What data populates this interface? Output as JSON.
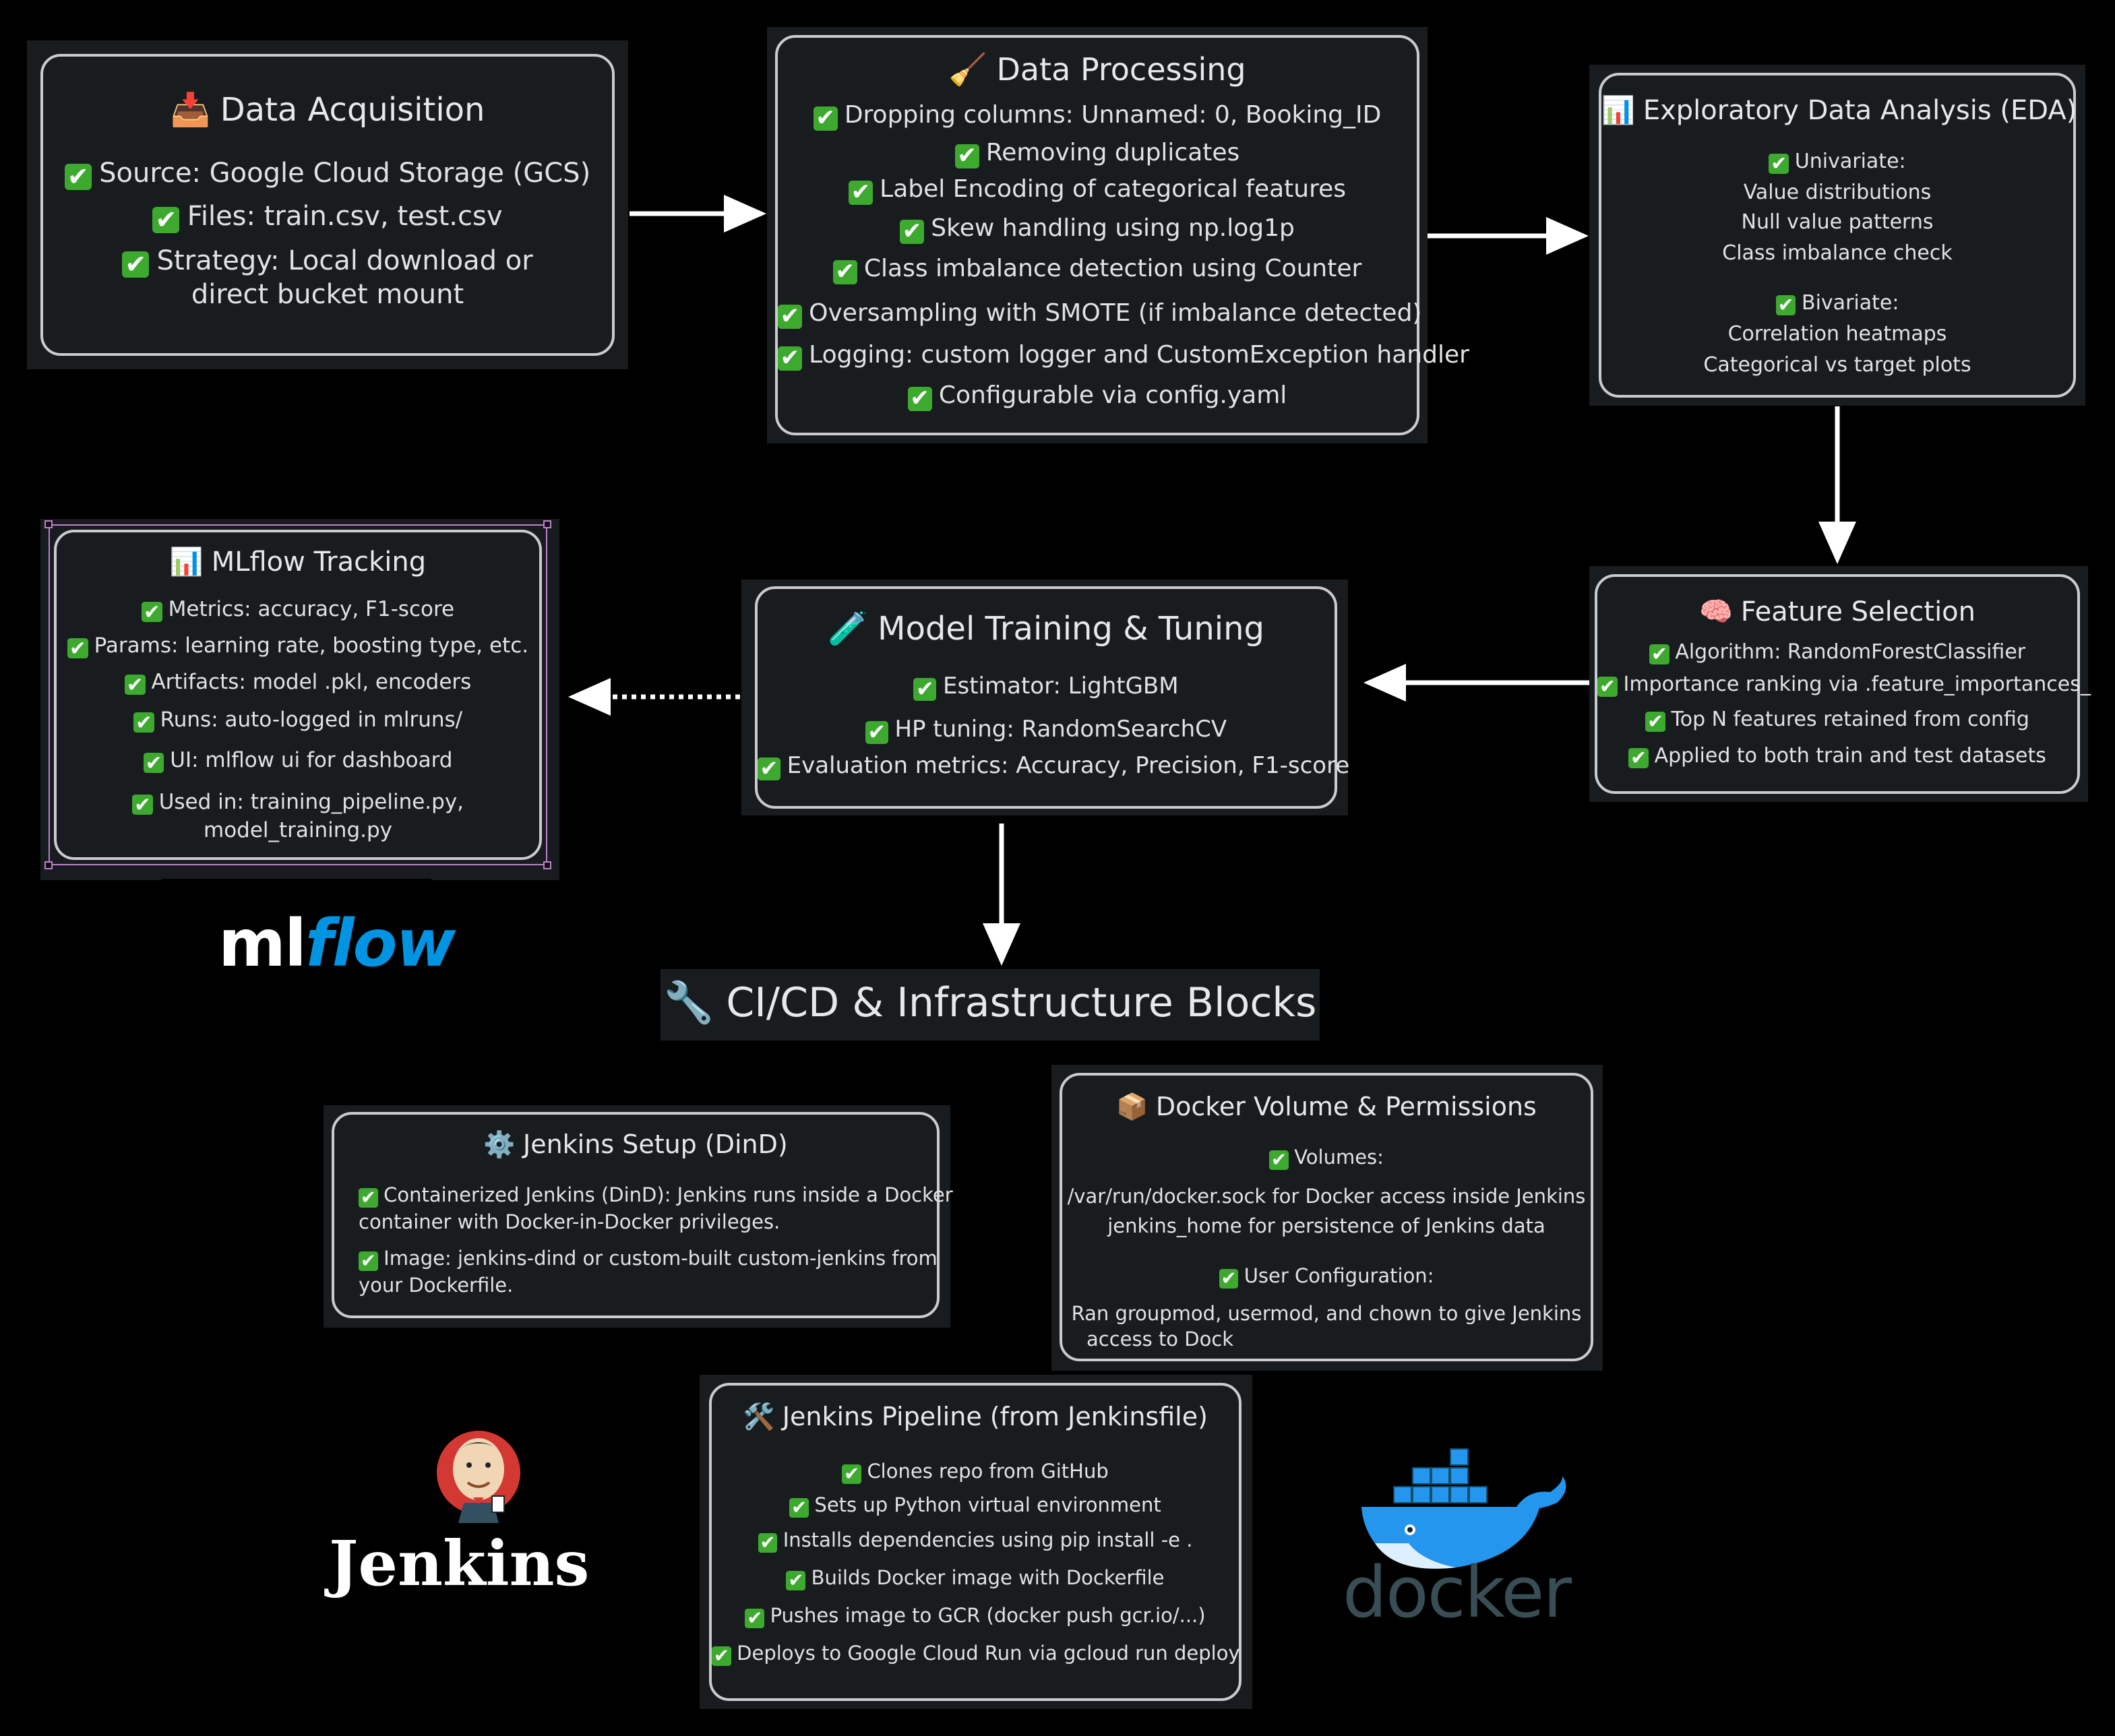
{
  "nodes": {
    "acq": {
      "icon": "inbox-tray-icon",
      "title": "Data Acquisition",
      "lines": [
        "Source: Google Cloud Storage (GCS)",
        "Files: train.csv, test.csv",
        "Strategy: Local download or"
      ],
      "cont": "direct bucket mount"
    },
    "proc": {
      "icon": "broom-icon",
      "title": "Data Processing",
      "lines": [
        "Dropping columns: Unnamed: 0, Booking_ID",
        "Removing duplicates",
        "Label Encoding of categorical features",
        "Skew handling using np.log1p",
        "Class imbalance detection using Counter",
        "Oversampling with SMOTE (if imbalance detected)",
        "Logging: custom logger and CustomException handler",
        "Configurable via config.yaml"
      ]
    },
    "eda": {
      "icon": "bar-chart-icon",
      "title": "Exploratory Data Analysis (EDA)",
      "uni": "Univariate:",
      "uni_items": [
        "Value distributions",
        "Null value patterns",
        "Class imbalance check"
      ],
      "bi": "Bivariate:",
      "bi_items": [
        "Correlation heatmaps",
        "Categorical vs target plots"
      ]
    },
    "feat": {
      "icon": "brain-icon",
      "title": "Feature Selection",
      "lines": [
        "Algorithm: RandomForestClassifier",
        "Importance ranking via .feature_importances_",
        "Top N features retained from config",
        "Applied to both train and test datasets"
      ]
    },
    "train": {
      "icon": "test-tube-icon",
      "title": "Model Training & Tuning",
      "lines": [
        "Estimator: LightGBM",
        "HP tuning: RandomSearchCV",
        "Evaluation metrics: Accuracy, Precision, F1-score"
      ]
    },
    "mlflow": {
      "icon": "bar-chart-icon",
      "title": "MLflow Tracking",
      "lines": [
        "Metrics: accuracy, F1-score",
        "Params: learning rate, boosting type, etc.",
        "Artifacts: model .pkl, encoders",
        "Runs: auto-logged in mlruns/",
        "UI: mlflow ui for dashboard",
        "Used in: training_pipeline.py,"
      ],
      "cont": "model_training.py"
    },
    "cicd": {
      "icon": "wrench-icon",
      "title": "CI/CD & Infrastructure Blocks"
    },
    "jenkins_setup": {
      "icon": "gear-icon",
      "title": "Jenkins Setup (DinD)",
      "item1": "Containerized Jenkins (DinD): Jenkins runs inside a Docker",
      "item1_cont": "container with Docker-in-Docker privileges.",
      "item2": "Image: jenkins-dind or custom-built custom-jenkins from",
      "item2_cont": "your Dockerfile."
    },
    "docker_vol": {
      "icon": "package-icon",
      "title": "Docker Volume & Permissions",
      "vol": "Volumes:",
      "vol_items": [
        "/var/run/docker.sock for Docker access inside Jenkins",
        "jenkins_home for persistence of Jenkins data"
      ],
      "user": "User Configuration:",
      "user_items": [
        "Ran groupmod, usermod, and chown to give Jenkins",
        "access to Dock"
      ]
    },
    "pipeline": {
      "icon": "hammer-wrench-icon",
      "title": "Jenkins Pipeline (from Jenkinsfile)",
      "lines": [
        "Clones repo from GitHub",
        "Sets up Python virtual environment",
        "Installs dependencies using pip install -e .",
        "Builds Docker image with Dockerfile",
        "Pushes image to GCR (docker push gcr.io/...)",
        "Deploys to Google Cloud Run via gcloud run deploy"
      ]
    }
  },
  "logos": {
    "mlflow_ml": "ml",
    "mlflow_flow": "flow",
    "jenkins": "Jenkins",
    "docker": "docker"
  },
  "colors": {
    "check": "#3daa2f",
    "card_bg": "#181c1f",
    "border": "#c9ccce",
    "selection": "#c07fd0",
    "mlflow_blue": "#0194e2",
    "docker_blue": "#2496ed"
  }
}
